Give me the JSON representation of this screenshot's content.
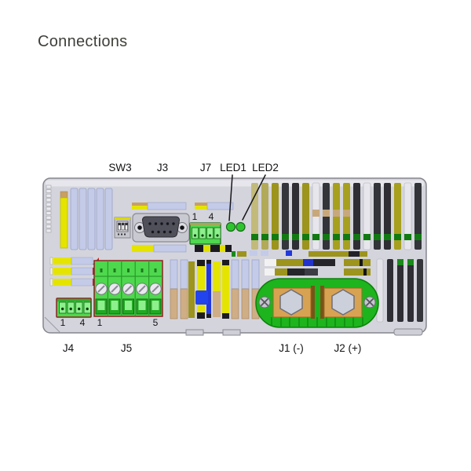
{
  "page": {
    "title": "Connections"
  },
  "panel": {
    "top_labels": {
      "sw3": "SW3",
      "j3": "J3",
      "j7": "J7",
      "led1": "LED1",
      "led2": "LED2"
    },
    "bottom_labels": {
      "j4": "J4",
      "j5": "J5",
      "j1": "J1 (-)",
      "j2": "J2 (+)"
    },
    "pins": {
      "j7_first": "1",
      "j7_last": "4",
      "j4_first": "1",
      "j4_last": "4",
      "j5_first": "1",
      "j5_last": "5"
    }
  },
  "colors": {
    "panel_gray": "#d4d4dc",
    "connector_green": "#4ed84e",
    "busbar_green": "#1db41d",
    "copper": "#d8a253",
    "led_green": "#2ec42e",
    "accent_yellow": "#e4e400",
    "slot_blue": "#c3cbe8",
    "vent_dark": "#2e2e34",
    "band_green": "#117a11",
    "warning_red": "#cc2222",
    "signal_blue": "#2238dd",
    "tan": "#cfae86",
    "olive": "#9c941c"
  }
}
